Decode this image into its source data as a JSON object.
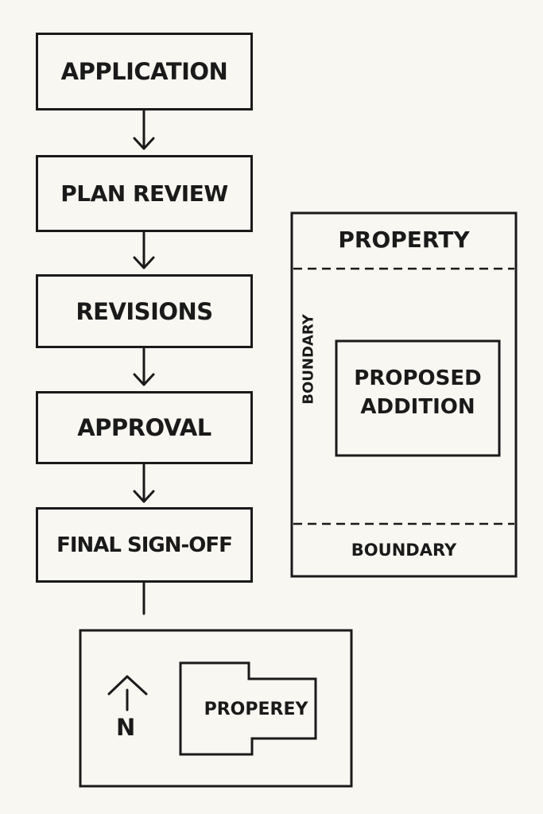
{
  "flow": {
    "steps": [
      "APPLICATION",
      "PLAN REVIEW",
      "REVISIONS",
      "APPROVAL",
      "FINAL SIGN-OFF"
    ]
  },
  "property_plan": {
    "title": "PROPERTY",
    "side_label": "BOUNDARY",
    "bottom_label": "BOUNDARY",
    "addition_line1": "PROPOSED",
    "addition_line2": "ADDITION"
  },
  "site_inset": {
    "north_label": "N",
    "parcel_label": "PROPEREY"
  }
}
